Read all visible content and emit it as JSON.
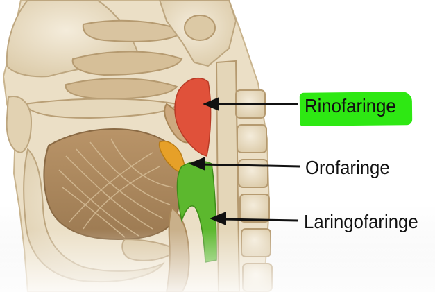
{
  "labels": {
    "rinofaringe": "Rinofaringe",
    "orofaringe": "Orofaringe",
    "laringofaringe": "Laringofaringe"
  },
  "colors": {
    "rinofaringe_region": "#e0513a",
    "orofaringe_region": "#e6a028",
    "laringofaringe_region": "#5cb82e",
    "label_highlight": "#2ee813",
    "bone": "#efe6d2",
    "bone_shadow": "#cdbd9c",
    "tongue_muscle": "#b28d63",
    "soft_tissue": "#c8b394",
    "arrow": "#111111"
  }
}
